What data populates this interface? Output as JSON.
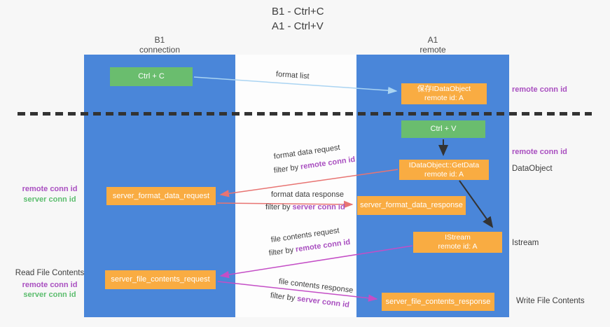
{
  "title": {
    "line1": "B1 - Ctrl+C",
    "line2": "A1 - Ctrl+V"
  },
  "lanes": {
    "left": {
      "name": "B1",
      "role": "connection"
    },
    "right": {
      "name": "A1",
      "role": "remote"
    }
  },
  "nodes": {
    "ctrl_c": {
      "label": "Ctrl + C"
    },
    "save_dataobject": {
      "line1": "保存IDataObject",
      "line2": "remote id: A"
    },
    "ctrl_v": {
      "label": "Ctrl + V"
    },
    "getdata": {
      "line1": "IDataObject::GetData",
      "line2": "remote id: A"
    },
    "istream": {
      "line1": "IStream",
      "line2": "remote id: A"
    },
    "format_request": {
      "label": "server_format_data_request"
    },
    "format_response": {
      "label": "server_format_data_response"
    },
    "file_request": {
      "label": "server_file_contents_request"
    },
    "file_response": {
      "label": "server_file_contents_response"
    }
  },
  "arrow_labels": {
    "format_list": "format list",
    "format_data_request": "format data request",
    "format_data_response": "format data response",
    "file_contents_request": "file contents request",
    "file_contents_response": "file contents response",
    "filter_prefix": "filter by",
    "remote_conn_id": "remote conn id",
    "server_conn_id": "server conn id"
  },
  "side_labels": {
    "remote_conn_id": "remote conn id",
    "server_conn_id": "server conn id",
    "dataobject": "DataObject",
    "istream": "Istream",
    "read_file_contents": "Read File Contents",
    "write_file_contents": "Write File Contents"
  },
  "colors": {
    "lane_blue": "#4a86d9",
    "node_green": "#6abd6e",
    "node_orange": "#f9ac42",
    "arrow_light_blue": "#aad4f2",
    "arrow_red": "#e87472",
    "arrow_magenta": "#c44ec6",
    "arrow_black": "#333333",
    "conn_id_purple": "#a94fc0",
    "conn_id_green": "#5cbd6e"
  }
}
